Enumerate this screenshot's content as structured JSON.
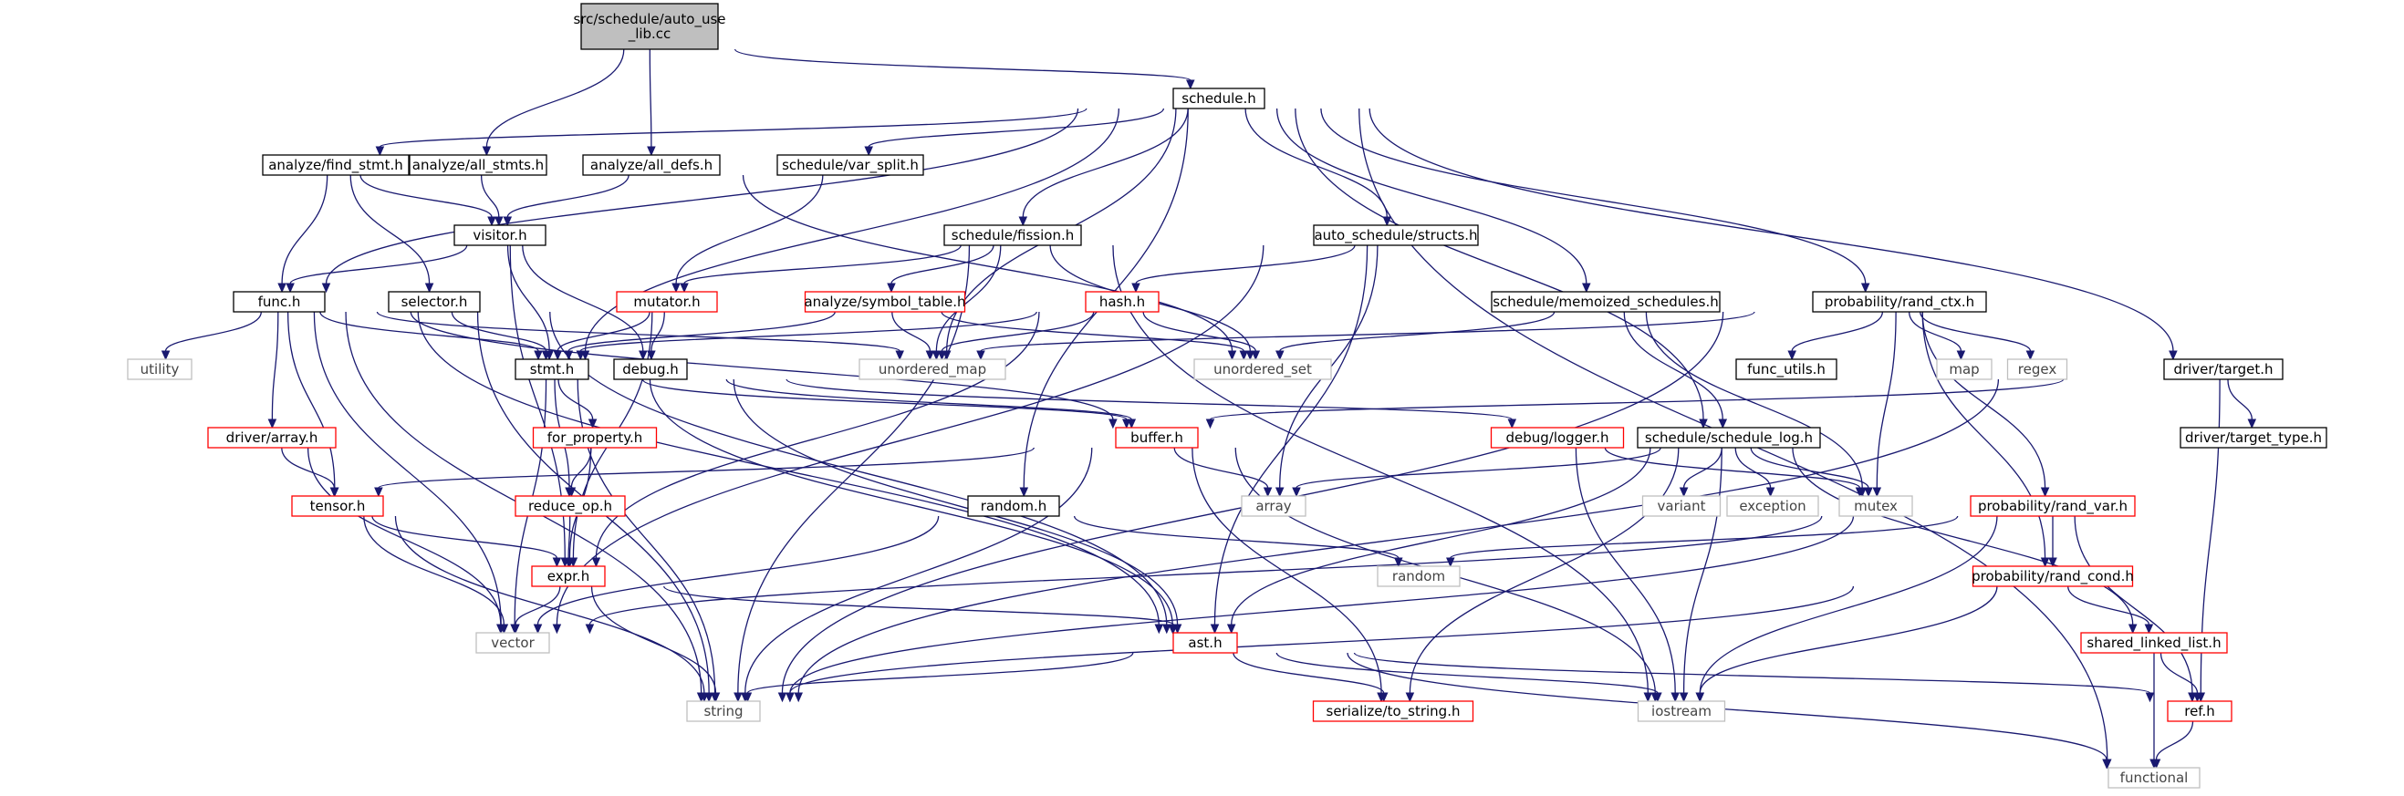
{
  "graph": {
    "nodes": [
      {
        "id": "root",
        "lines": [
          "src/schedule/auto_use",
          "_lib.cc"
        ],
        "kind": "root"
      },
      {
        "id": "schedule_h",
        "lines": [
          "schedule.h"
        ],
        "kind": "header"
      },
      {
        "id": "find_stmt",
        "lines": [
          "analyze/find_stmt.h"
        ],
        "kind": "header"
      },
      {
        "id": "all_stmts",
        "lines": [
          "analyze/all_stmts.h"
        ],
        "kind": "header"
      },
      {
        "id": "all_defs",
        "lines": [
          "analyze/all_defs.h"
        ],
        "kind": "header"
      },
      {
        "id": "var_split",
        "lines": [
          "schedule/var_split.h"
        ],
        "kind": "header"
      },
      {
        "id": "fission",
        "lines": [
          "schedule/fission.h"
        ],
        "kind": "header"
      },
      {
        "id": "structs",
        "lines": [
          "auto_schedule/structs.h"
        ],
        "kind": "header"
      },
      {
        "id": "memoized",
        "lines": [
          "schedule/memoized_schedules.h"
        ],
        "kind": "header"
      },
      {
        "id": "rand_ctx",
        "lines": [
          "probability/rand_ctx.h"
        ],
        "kind": "header"
      },
      {
        "id": "target",
        "lines": [
          "driver/target.h"
        ],
        "kind": "header"
      },
      {
        "id": "visitor",
        "lines": [
          "visitor.h"
        ],
        "kind": "header"
      },
      {
        "id": "func_h",
        "lines": [
          "func.h"
        ],
        "kind": "header"
      },
      {
        "id": "selector",
        "lines": [
          "selector.h"
        ],
        "kind": "header"
      },
      {
        "id": "mutator",
        "lines": [
          "mutator.h"
        ],
        "kind": "truncated"
      },
      {
        "id": "symbol_table",
        "lines": [
          "analyze/symbol_table.h"
        ],
        "kind": "truncated"
      },
      {
        "id": "hash",
        "lines": [
          "hash.h"
        ],
        "kind": "truncated"
      },
      {
        "id": "utility",
        "lines": [
          "utility"
        ],
        "kind": "system"
      },
      {
        "id": "stmt",
        "lines": [
          "stmt.h"
        ],
        "kind": "header"
      },
      {
        "id": "debug",
        "lines": [
          "debug.h"
        ],
        "kind": "header"
      },
      {
        "id": "unordered_map",
        "lines": [
          "unordered_map"
        ],
        "kind": "system"
      },
      {
        "id": "unordered_set",
        "lines": [
          "unordered_set"
        ],
        "kind": "system"
      },
      {
        "id": "func_utils",
        "lines": [
          "func_utils.h"
        ],
        "kind": "header"
      },
      {
        "id": "map",
        "lines": [
          "map"
        ],
        "kind": "system"
      },
      {
        "id": "regex",
        "lines": [
          "regex"
        ],
        "kind": "system"
      },
      {
        "id": "target_type",
        "lines": [
          "driver/target_type.h"
        ],
        "kind": "header"
      },
      {
        "id": "driver_array",
        "lines": [
          "driver/array.h"
        ],
        "kind": "truncated"
      },
      {
        "id": "for_property",
        "lines": [
          "for_property.h"
        ],
        "kind": "truncated"
      },
      {
        "id": "buffer",
        "lines": [
          "buffer.h"
        ],
        "kind": "truncated"
      },
      {
        "id": "logger",
        "lines": [
          "debug/logger.h"
        ],
        "kind": "truncated"
      },
      {
        "id": "schedule_log",
        "lines": [
          "schedule/schedule_log.h"
        ],
        "kind": "header"
      },
      {
        "id": "tensor",
        "lines": [
          "tensor.h"
        ],
        "kind": "truncated"
      },
      {
        "id": "reduce_op",
        "lines": [
          "reduce_op.h"
        ],
        "kind": "truncated"
      },
      {
        "id": "random_h",
        "lines": [
          "random.h"
        ],
        "kind": "header"
      },
      {
        "id": "array",
        "lines": [
          "array"
        ],
        "kind": "system"
      },
      {
        "id": "variant",
        "lines": [
          "variant"
        ],
        "kind": "system"
      },
      {
        "id": "exception",
        "lines": [
          "exception"
        ],
        "kind": "system"
      },
      {
        "id": "mutex",
        "lines": [
          "mutex"
        ],
        "kind": "system"
      },
      {
        "id": "rand_var",
        "lines": [
          "probability/rand_var.h"
        ],
        "kind": "truncated"
      },
      {
        "id": "expr",
        "lines": [
          "expr.h"
        ],
        "kind": "truncated"
      },
      {
        "id": "random",
        "lines": [
          "random"
        ],
        "kind": "system"
      },
      {
        "id": "rand_cond",
        "lines": [
          "probability/rand_cond.h"
        ],
        "kind": "truncated"
      },
      {
        "id": "vector",
        "lines": [
          "vector"
        ],
        "kind": "system"
      },
      {
        "id": "ast",
        "lines": [
          "ast.h"
        ],
        "kind": "truncated"
      },
      {
        "id": "shared_linked_list",
        "lines": [
          "shared_linked_list.h"
        ],
        "kind": "truncated"
      },
      {
        "id": "string",
        "lines": [
          "string"
        ],
        "kind": "system"
      },
      {
        "id": "to_string",
        "lines": [
          "serialize/to_string.h"
        ],
        "kind": "truncated"
      },
      {
        "id": "iostream",
        "lines": [
          "iostream"
        ],
        "kind": "system"
      },
      {
        "id": "ref",
        "lines": [
          "ref.h"
        ],
        "kind": "truncated"
      },
      {
        "id": "functional",
        "lines": [
          "functional"
        ],
        "kind": "system"
      }
    ],
    "edges": [
      [
        "root",
        "schedule_h"
      ],
      [
        "root",
        "all_stmts"
      ],
      [
        "root",
        "all_defs"
      ],
      [
        "schedule_h",
        "find_stmt"
      ],
      [
        "schedule_h",
        "var_split"
      ],
      [
        "schedule_h",
        "fission"
      ],
      [
        "schedule_h",
        "structs"
      ],
      [
        "schedule_h",
        "memoized"
      ],
      [
        "schedule_h",
        "rand_ctx"
      ],
      [
        "schedule_h",
        "target"
      ],
      [
        "schedule_h",
        "func_h"
      ],
      [
        "schedule_h",
        "stmt"
      ],
      [
        "schedule_h",
        "unordered_map"
      ],
      [
        "schedule_h",
        "schedule_log"
      ],
      [
        "schedule_h",
        "random_h"
      ],
      [
        "schedule_h",
        "functional"
      ],
      [
        "find_stmt",
        "visitor"
      ],
      [
        "find_stmt",
        "func_h"
      ],
      [
        "find_stmt",
        "selector"
      ],
      [
        "all_stmts",
        "visitor"
      ],
      [
        "all_defs",
        "visitor"
      ],
      [
        "all_defs",
        "unordered_set"
      ],
      [
        "var_split",
        "mutator"
      ],
      [
        "fission",
        "mutator"
      ],
      [
        "fission",
        "symbol_table"
      ],
      [
        "fission",
        "unordered_map"
      ],
      [
        "fission",
        "unordered_set"
      ],
      [
        "fission",
        "string"
      ],
      [
        "fission",
        "iostream"
      ],
      [
        "structs",
        "hash"
      ],
      [
        "structs",
        "array"
      ],
      [
        "structs",
        "ast"
      ],
      [
        "structs",
        "vector"
      ],
      [
        "memoized",
        "unordered_set"
      ],
      [
        "memoized",
        "schedule_log"
      ],
      [
        "memoized",
        "mutex"
      ],
      [
        "rand_ctx",
        "func_utils"
      ],
      [
        "rand_ctx",
        "map"
      ],
      [
        "rand_ctx",
        "regex"
      ],
      [
        "rand_ctx",
        "mutex"
      ],
      [
        "rand_ctx",
        "unordered_map"
      ],
      [
        "rand_ctx",
        "rand_var"
      ],
      [
        "rand_ctx",
        "rand_cond"
      ],
      [
        "rand_ctx",
        "string"
      ],
      [
        "target",
        "target_type"
      ],
      [
        "target",
        "buffer"
      ],
      [
        "target",
        "ref"
      ],
      [
        "target",
        "string"
      ],
      [
        "visitor",
        "func_h"
      ],
      [
        "visitor",
        "stmt"
      ],
      [
        "visitor",
        "debug"
      ],
      [
        "visitor",
        "expr"
      ],
      [
        "func_h",
        "utility"
      ],
      [
        "func_h",
        "stmt"
      ],
      [
        "func_h",
        "driver_array"
      ],
      [
        "func_h",
        "tensor"
      ],
      [
        "func_h",
        "buffer"
      ],
      [
        "func_h",
        "unordered_map"
      ],
      [
        "func_h",
        "string"
      ],
      [
        "func_h",
        "vector"
      ],
      [
        "func_h",
        "ast"
      ],
      [
        "selector",
        "stmt"
      ],
      [
        "selector",
        "ast"
      ],
      [
        "selector",
        "string"
      ],
      [
        "mutator",
        "stmt"
      ],
      [
        "mutator",
        "debug"
      ],
      [
        "mutator",
        "expr"
      ],
      [
        "symbol_table",
        "stmt"
      ],
      [
        "symbol_table",
        "unordered_map"
      ],
      [
        "symbol_table",
        "unordered_set"
      ],
      [
        "hash",
        "stmt"
      ],
      [
        "hash",
        "unordered_map"
      ],
      [
        "hash",
        "unordered_set"
      ],
      [
        "hash",
        "expr"
      ],
      [
        "stmt",
        "for_property"
      ],
      [
        "stmt",
        "buffer"
      ],
      [
        "stmt",
        "reduce_op"
      ],
      [
        "stmt",
        "ast"
      ],
      [
        "stmt",
        "vector"
      ],
      [
        "stmt",
        "string"
      ],
      [
        "debug",
        "logger"
      ],
      [
        "debug",
        "ast"
      ],
      [
        "debug",
        "buffer"
      ],
      [
        "driver_array",
        "tensor"
      ],
      [
        "driver_array",
        "vector"
      ],
      [
        "for_property",
        "reduce_op"
      ],
      [
        "for_property",
        "expr"
      ],
      [
        "buffer",
        "tensor"
      ],
      [
        "buffer",
        "array"
      ],
      [
        "buffer",
        "string"
      ],
      [
        "buffer",
        "to_string"
      ],
      [
        "buffer",
        "iostream"
      ],
      [
        "logger",
        "mutex"
      ],
      [
        "logger",
        "iostream"
      ],
      [
        "schedule_log",
        "array"
      ],
      [
        "schedule_log",
        "variant"
      ],
      [
        "schedule_log",
        "exception"
      ],
      [
        "schedule_log",
        "mutex"
      ],
      [
        "schedule_log",
        "ast"
      ],
      [
        "schedule_log",
        "to_string"
      ],
      [
        "schedule_log",
        "iostream"
      ],
      [
        "schedule_log",
        "shared_linked_list"
      ],
      [
        "tensor",
        "expr"
      ],
      [
        "tensor",
        "vector"
      ],
      [
        "tensor",
        "string"
      ],
      [
        "reduce_op",
        "expr"
      ],
      [
        "random_h",
        "random"
      ],
      [
        "random_h",
        "vector"
      ],
      [
        "rand_var",
        "random"
      ],
      [
        "rand_var",
        "rand_cond"
      ],
      [
        "rand_var",
        "vector"
      ],
      [
        "rand_var",
        "string"
      ],
      [
        "rand_var",
        "ref"
      ],
      [
        "rand_var",
        "iostream"
      ],
      [
        "expr",
        "ast"
      ],
      [
        "expr",
        "vector"
      ],
      [
        "expr",
        "string"
      ],
      [
        "rand_cond",
        "shared_linked_list"
      ],
      [
        "rand_cond",
        "string"
      ],
      [
        "rand_cond",
        "iostream"
      ],
      [
        "ast",
        "string"
      ],
      [
        "ast",
        "to_string"
      ],
      [
        "ast",
        "iostream"
      ],
      [
        "ast",
        "ref"
      ],
      [
        "ast",
        "functional"
      ],
      [
        "shared_linked_list",
        "ref"
      ],
      [
        "shared_linked_list",
        "functional"
      ],
      [
        "ref",
        "functional"
      ]
    ]
  },
  "colors": {
    "edge": "#191970",
    "root_fill": "#bfbfbf",
    "header_border": "#000000",
    "truncated_border": "#ff0000",
    "system_border": "#bfbfbf",
    "text": "#000000"
  }
}
